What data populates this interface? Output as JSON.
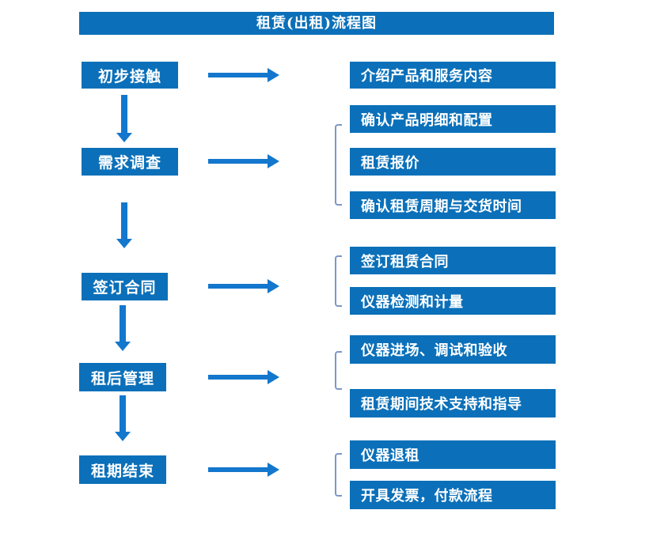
{
  "title": "租赁(出租)流程图",
  "colors": {
    "box_blue": "#0b70b9",
    "arrow_blue": "#1377cd",
    "bracket_blue": "#7e97c7",
    "text_white": "#ffffff"
  },
  "steps": [
    {
      "label": "初步接触",
      "details": [
        "介绍产品和服务内容"
      ]
    },
    {
      "label": "需求调查",
      "details": [
        "确认产品明细和配置",
        "租赁报价",
        "确认租赁周期与交货时间"
      ]
    },
    {
      "label": "签订合同",
      "details": [
        "签订租赁合同",
        "仪器检测和计量"
      ]
    },
    {
      "label": "租后管理",
      "details": [
        "仪器进场、调试和验收",
        "租赁期间技术支持和指导"
      ]
    },
    {
      "label": "租期结束",
      "details": [
        "仪器退租",
        "开具发票，付款流程"
      ]
    }
  ]
}
